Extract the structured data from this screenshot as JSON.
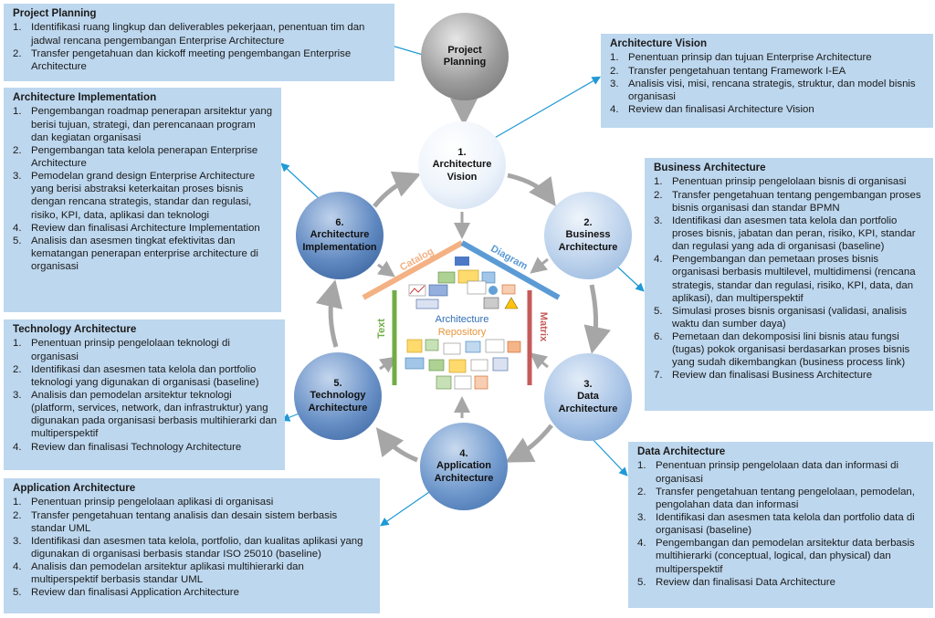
{
  "panels": {
    "plan": {
      "title": "Project Planning",
      "items": [
        {
          "num": "1.",
          "text": "Identifikasi ruang lingkup dan deliverables pekerjaan, penentuan tim dan jadwal rencana pengembangan Enterprise Architecture"
        },
        {
          "num": "2.",
          "text": "Transfer pengetahuan dan kickoff meeting pengembangan Enterprise Architecture"
        }
      ]
    },
    "vision": {
      "title": "Architecture Vision",
      "items": [
        {
          "num": "1.",
          "text": "Penentuan prinsip dan tujuan Enterprise Architecture"
        },
        {
          "num": "2.",
          "text": "Transfer pengetahuan tentang Framework I-EA"
        },
        {
          "num": "3.",
          "text": "Analisis visi, misi, rencana strategis, struktur, dan model bisnis organisasi"
        },
        {
          "num": "4.",
          "text": "Review dan finalisasi Architecture Vision"
        }
      ]
    },
    "implementation": {
      "title": "Architecture Implementation",
      "items": [
        {
          "num": "1.",
          "text": "Pengembangan roadmap penerapan arsitektur yang berisi tujuan, strategi, dan perencanaan program dan kegiatan organisasi"
        },
        {
          "num": "2.",
          "text": "Pengembangan tata kelola penerapan Enterprise Architecture"
        },
        {
          "num": "3.",
          "text": "Pemodelan grand design Enterprise Architecture yang berisi abstraksi keterkaitan proses bisnis dengan rencana strategis, standar dan regulasi, risiko, KPI, data, aplikasi dan teknologi"
        },
        {
          "num": "4.",
          "text": "Review dan finalisasi Architecture Implementation"
        },
        {
          "num": "5.",
          "text": "Analisis dan asesmen tingkat efektivitas dan kematangan penerapan enterprise architecture di organisasi"
        }
      ]
    },
    "business": {
      "title": "Business Architecture",
      "items": [
        {
          "num": "1.",
          "text": "Penentuan prinsip pengelolaan bisnis di organisasi"
        },
        {
          "num": "2.",
          "text": "Transfer pengetahuan tentang pengembangan proses bisnis organisasi dan standar BPMN"
        },
        {
          "num": "3.",
          "text": "Identifikasi dan asesmen tata kelola dan portfolio proses bisnis, jabatan dan peran, risiko, KPI, standar dan regulasi yang ada di organisasi (baseline)"
        },
        {
          "num": "4.",
          "text": "Pengembangan dan pemetaan proses bisnis organisasi berbasis multilevel, multidimensi (rencana strategis, standar dan regulasi, risiko, KPI, data, dan aplikasi), dan multiperspektif"
        },
        {
          "num": "5.",
          "text": "Simulasi proses bisnis organisasi (validasi, analisis waktu dan sumber daya)"
        },
        {
          "num": "6.",
          "text": "Pemetaan dan dekomposisi lini bisnis atau fungsi (tugas) pokok organisasi berdasarkan proses bisnis yang sudah dikembangkan (business process link)"
        },
        {
          "num": "7.",
          "text": "Review dan finalisasi Business Architecture"
        }
      ]
    },
    "technology": {
      "title": "Technology Architecture",
      "items": [
        {
          "num": "1.",
          "text": "Penentuan prinsip pengelolaan teknologi di organisasi"
        },
        {
          "num": "2.",
          "text": "Identifikasi dan asesmen tata kelola dan portfolio teknologi yang digunakan di organisasi (baseline)"
        },
        {
          "num": "3.",
          "text": "Analisis dan pemodelan arsitektur teknologi (platform, services, network, dan infrastruktur) yang digunakan pada organisasi berbasis multihierarki dan multiperspektif"
        },
        {
          "num": "4.",
          "text": "Review dan finalisasi Technology Architecture"
        }
      ]
    },
    "data": {
      "title": "Data Architecture",
      "items": [
        {
          "num": "1.",
          "text": "Penentuan prinsip pengelolaan data dan informasi di organisasi"
        },
        {
          "num": "2.",
          "text": "Transfer pengetahuan tentang pengelolaan, pemodelan, pengolahan data dan informasi"
        },
        {
          "num": "3.",
          "text": "Identifikasi dan asesmen tata kelola dan portfolio data di organisasi (baseline)"
        },
        {
          "num": "4.",
          "text": "Pengembangan dan pemodelan arsitektur data berbasis multihierarki (conceptual, logical, dan physical) dan multiperspektif"
        },
        {
          "num": "5.",
          "text": "Review dan finalisasi Data Architecture"
        }
      ]
    },
    "application": {
      "title": "Application Architecture",
      "items": [
        {
          "num": "1.",
          "text": "Penentuan prinsip pengelolaan aplikasi di organisasi"
        },
        {
          "num": "2.",
          "text": "Transfer pengetahuan tentang analisis dan desain sistem berbasis standar UML"
        },
        {
          "num": "3.",
          "text": "Identifikasi dan asesmen tata kelola, portfolio, dan kualitas aplikasi yang digunakan di organisasi berbasis standar ISO 25010 (baseline)"
        },
        {
          "num": "4.",
          "text": "Analisis dan pemodelan arsitektur aplikasi multihierarki dan multiperspektif berbasis standar UML"
        },
        {
          "num": "5.",
          "text": "Review dan finalisasi Application Architecture"
        }
      ]
    }
  },
  "circles": {
    "plan": "Project\nPlanning",
    "vision": "1.\nArchitecture\nVision",
    "business": "2.\nBusiness\nArchitecture",
    "data": "3.\nData\nArchitecture",
    "application": "4.\nApplication\nArchitecture",
    "technology": "5.\nTechnology\nArchitecture",
    "implementation": "6.\nArchitecture\nImplementation"
  },
  "repository": {
    "catalog": "Catalog",
    "diagram": "Diagram",
    "text": "Text",
    "matrix": "Matrix",
    "center_line1": "Architecture",
    "center_line2": "Repository"
  },
  "colors": {
    "panel_bg": "#bdd7ee",
    "catalog": "#f4b183",
    "diagram": "#5b9bd5",
    "text": "#70ad47",
    "matrix": "#c55a5a",
    "arrow_gray": "#a6a6a6",
    "connector_blue": "#1f9ad6"
  }
}
